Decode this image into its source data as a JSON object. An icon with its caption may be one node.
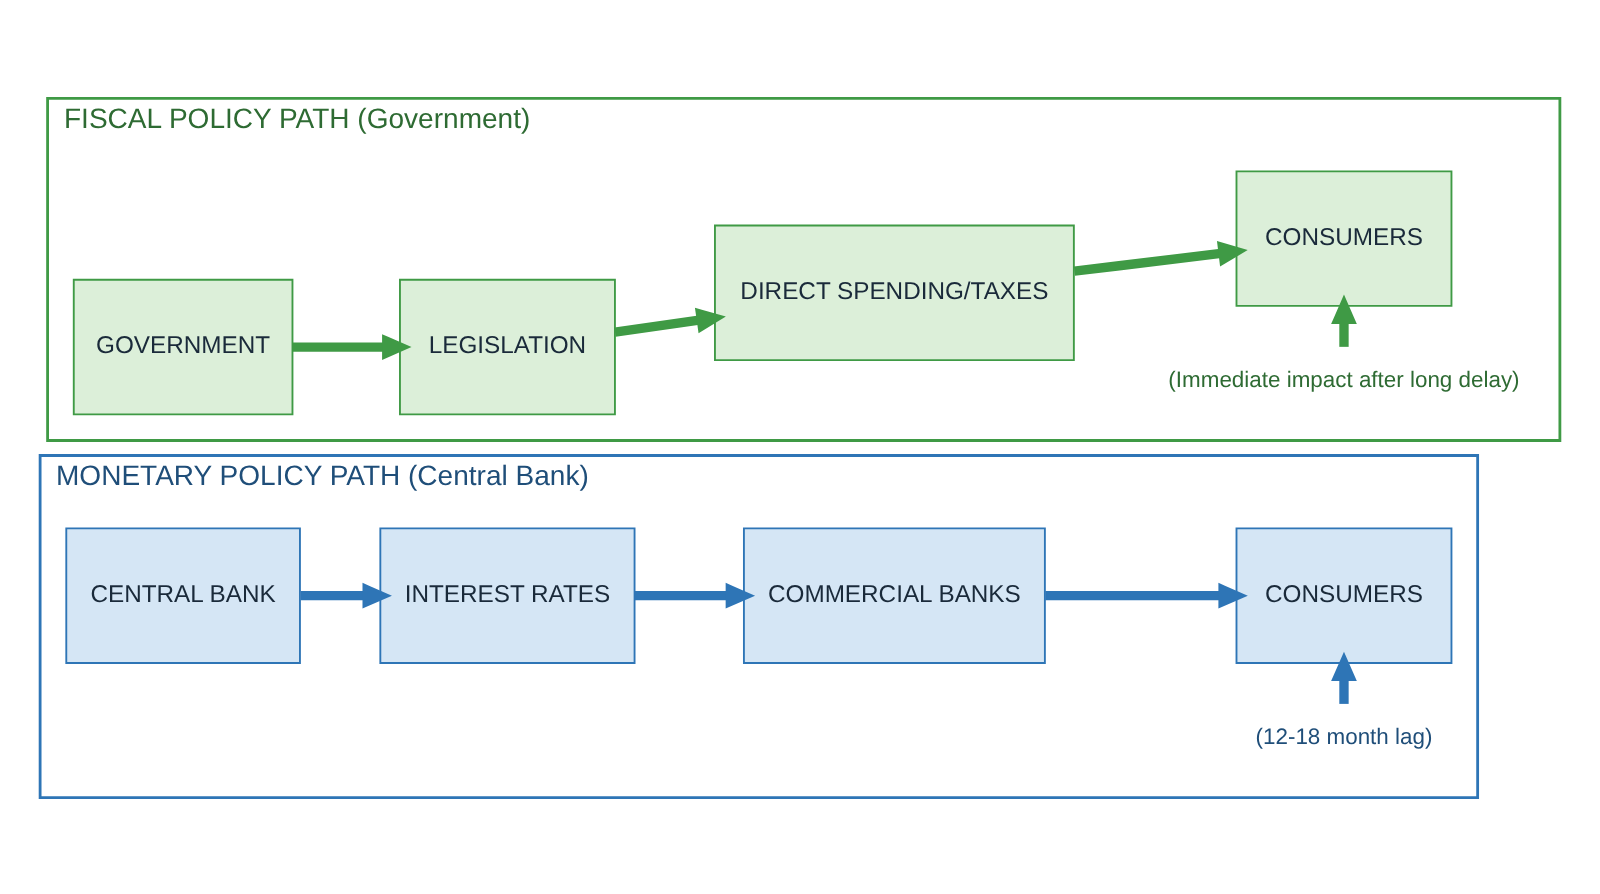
{
  "diagram": {
    "nodes": [
      {
        "text": [
          "MONETARY POLICY PATH (Central Bank)"
        ]
      },
      {
        "text": [
          "CENTRAL BANK"
        ],
        "in": 0
      },
      {
        "text": [
          "INTEREST RATES"
        ],
        "in": 0
      },
      {
        "text": [
          "COMMERCIAL BANKS"
        ],
        "in": 0
      },
      {
        "text": [
          "CONSUMERS"
        ],
        "in": 0
      },
      {
        "text": [
          "(12-18 month lag)"
        ],
        "in": 0
      },
      {
        "text": [
          "FISCAL POLICY PATH (Government)"
        ]
      },
      {
        "text": [
          "GOVERNMENT"
        ],
        "in": 6
      },
      {
        "text": [
          "LEGISLATION"
        ],
        "in": 6
      },
      {
        "text": [
          "DIRECT SPENDING/TAXES"
        ],
        "in": 6
      },
      {
        "text": [
          "CONSUMERS"
        ],
        "in": 6
      },
      {
        "text": [
          "(Immediate impact after long delay)"
        ],
        "in": 6
      }
    ],
    "edges": [
      {
        "from": 1,
        "to": 2,
        "arrow": "to"
      },
      {
        "from": 2,
        "to": 3,
        "arrow": "to"
      },
      {
        "from": 3,
        "to": 4,
        "arrow": "to"
      },
      {
        "from": 5,
        "to": 4,
        "arrow": "to"
      },
      {
        "from": 7,
        "to": 8,
        "arrow": "to",
        "color": "#3f9a45"
      },
      {
        "from": 8,
        "to": 9,
        "arrow": "to",
        "color": "#3f9a45"
      },
      {
        "from": 9,
        "to": 10,
        "arrow": "to",
        "color": "#3f9a45"
      },
      {
        "from": 11,
        "to": 10,
        "arrow": "to",
        "color": "#3f9a45"
      }
    ]
  }
}
